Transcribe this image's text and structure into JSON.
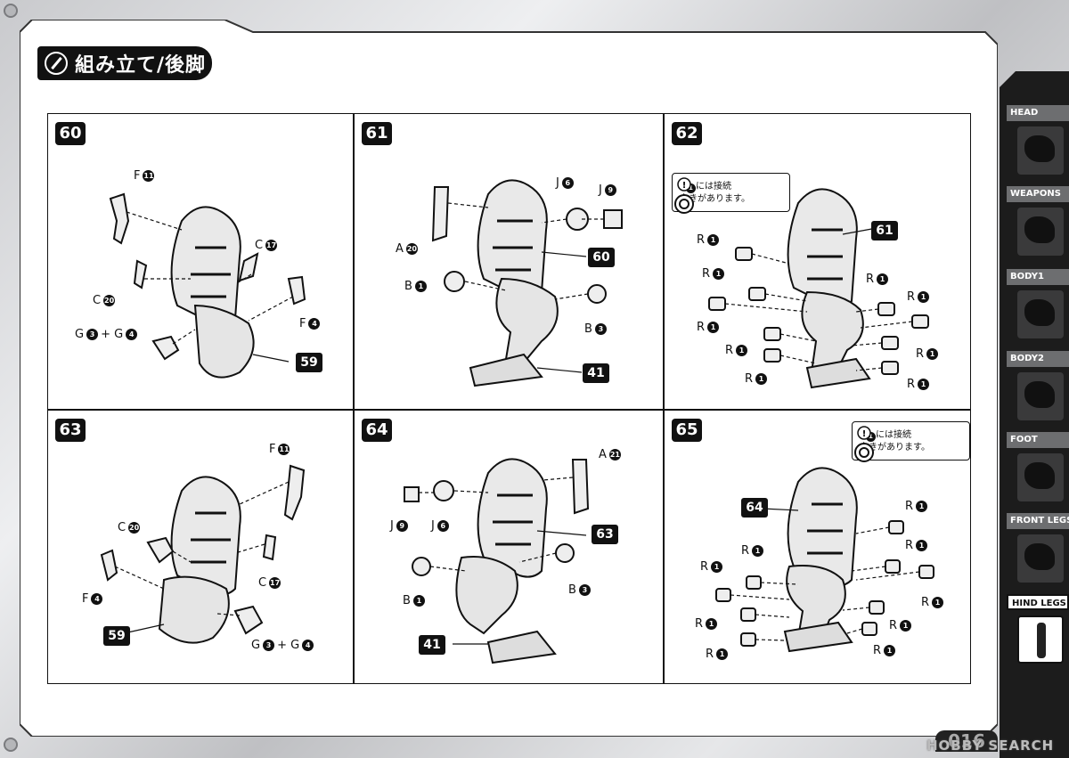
{
  "header": {
    "title": "組み立て/後脚"
  },
  "sidebar": {
    "items": [
      {
        "label": "HEAD",
        "active": false
      },
      {
        "label": "WEAPONS",
        "active": false
      },
      {
        "label": "BODY1",
        "active": false
      },
      {
        "label": "BODY2",
        "active": false
      },
      {
        "label": "FOOT",
        "active": false
      },
      {
        "label": "FRONT LEGS",
        "active": false
      },
      {
        "label": "HIND LEGS",
        "active": true
      }
    ]
  },
  "panels": [
    {
      "step": "60",
      "labels": [
        {
          "text": "F",
          "num": "11"
        },
        {
          "text": "C",
          "num": "17"
        },
        {
          "text": "C",
          "num": "20"
        },
        {
          "text": "F",
          "num": "4"
        },
        {
          "text": "G",
          "num": "3",
          "text2": "+ G",
          "num2": "4"
        }
      ],
      "refs": [
        "59"
      ]
    },
    {
      "step": "61",
      "labels": [
        {
          "text": "J",
          "num": "6"
        },
        {
          "text": "J",
          "num": "9"
        },
        {
          "text": "A",
          "num": "20"
        },
        {
          "text": "B",
          "num": "1"
        },
        {
          "text": "B",
          "num": "3"
        }
      ],
      "refs": [
        "60",
        "41"
      ]
    },
    {
      "step": "62",
      "note": {
        "prefix": "R",
        "num": "1",
        "line1": "には接続",
        "line2": "向きがあります。"
      },
      "labels": [
        {
          "text": "R",
          "num": "1"
        },
        {
          "text": "R",
          "num": "1"
        },
        {
          "text": "R",
          "num": "1"
        },
        {
          "text": "R",
          "num": "1"
        },
        {
          "text": "R",
          "num": "1"
        },
        {
          "text": "R",
          "num": "1"
        },
        {
          "text": "R",
          "num": "1"
        },
        {
          "text": "R",
          "num": "1"
        },
        {
          "text": "R",
          "num": "1"
        }
      ],
      "refs": [
        "61"
      ]
    },
    {
      "step": "63",
      "labels": [
        {
          "text": "F",
          "num": "11"
        },
        {
          "text": "C",
          "num": "20"
        },
        {
          "text": "F",
          "num": "4"
        },
        {
          "text": "C",
          "num": "17"
        },
        {
          "text": "G",
          "num": "3",
          "text2": "+ G",
          "num2": "4"
        }
      ],
      "refs": [
        "59"
      ]
    },
    {
      "step": "64",
      "labels": [
        {
          "text": "A",
          "num": "21"
        },
        {
          "text": "J",
          "num": "9"
        },
        {
          "text": "J",
          "num": "6"
        },
        {
          "text": "B",
          "num": "3"
        },
        {
          "text": "B",
          "num": "1"
        }
      ],
      "refs": [
        "63",
        "41"
      ]
    },
    {
      "step": "65",
      "note": {
        "prefix": "R",
        "num": "1",
        "line1": "には接続",
        "line2": "向きがあります。"
      },
      "labels": [
        {
          "text": "R",
          "num": "1"
        },
        {
          "text": "R",
          "num": "1"
        },
        {
          "text": "R",
          "num": "1"
        },
        {
          "text": "R",
          "num": "1"
        },
        {
          "text": "R",
          "num": "1"
        },
        {
          "text": "R",
          "num": "1"
        },
        {
          "text": "R",
          "num": "1"
        },
        {
          "text": "R",
          "num": "1"
        },
        {
          "text": "R",
          "num": "1"
        }
      ],
      "refs": [
        "64"
      ]
    }
  ],
  "footer": {
    "page_number": "016",
    "watermark": "HOBBY SEARCH"
  }
}
